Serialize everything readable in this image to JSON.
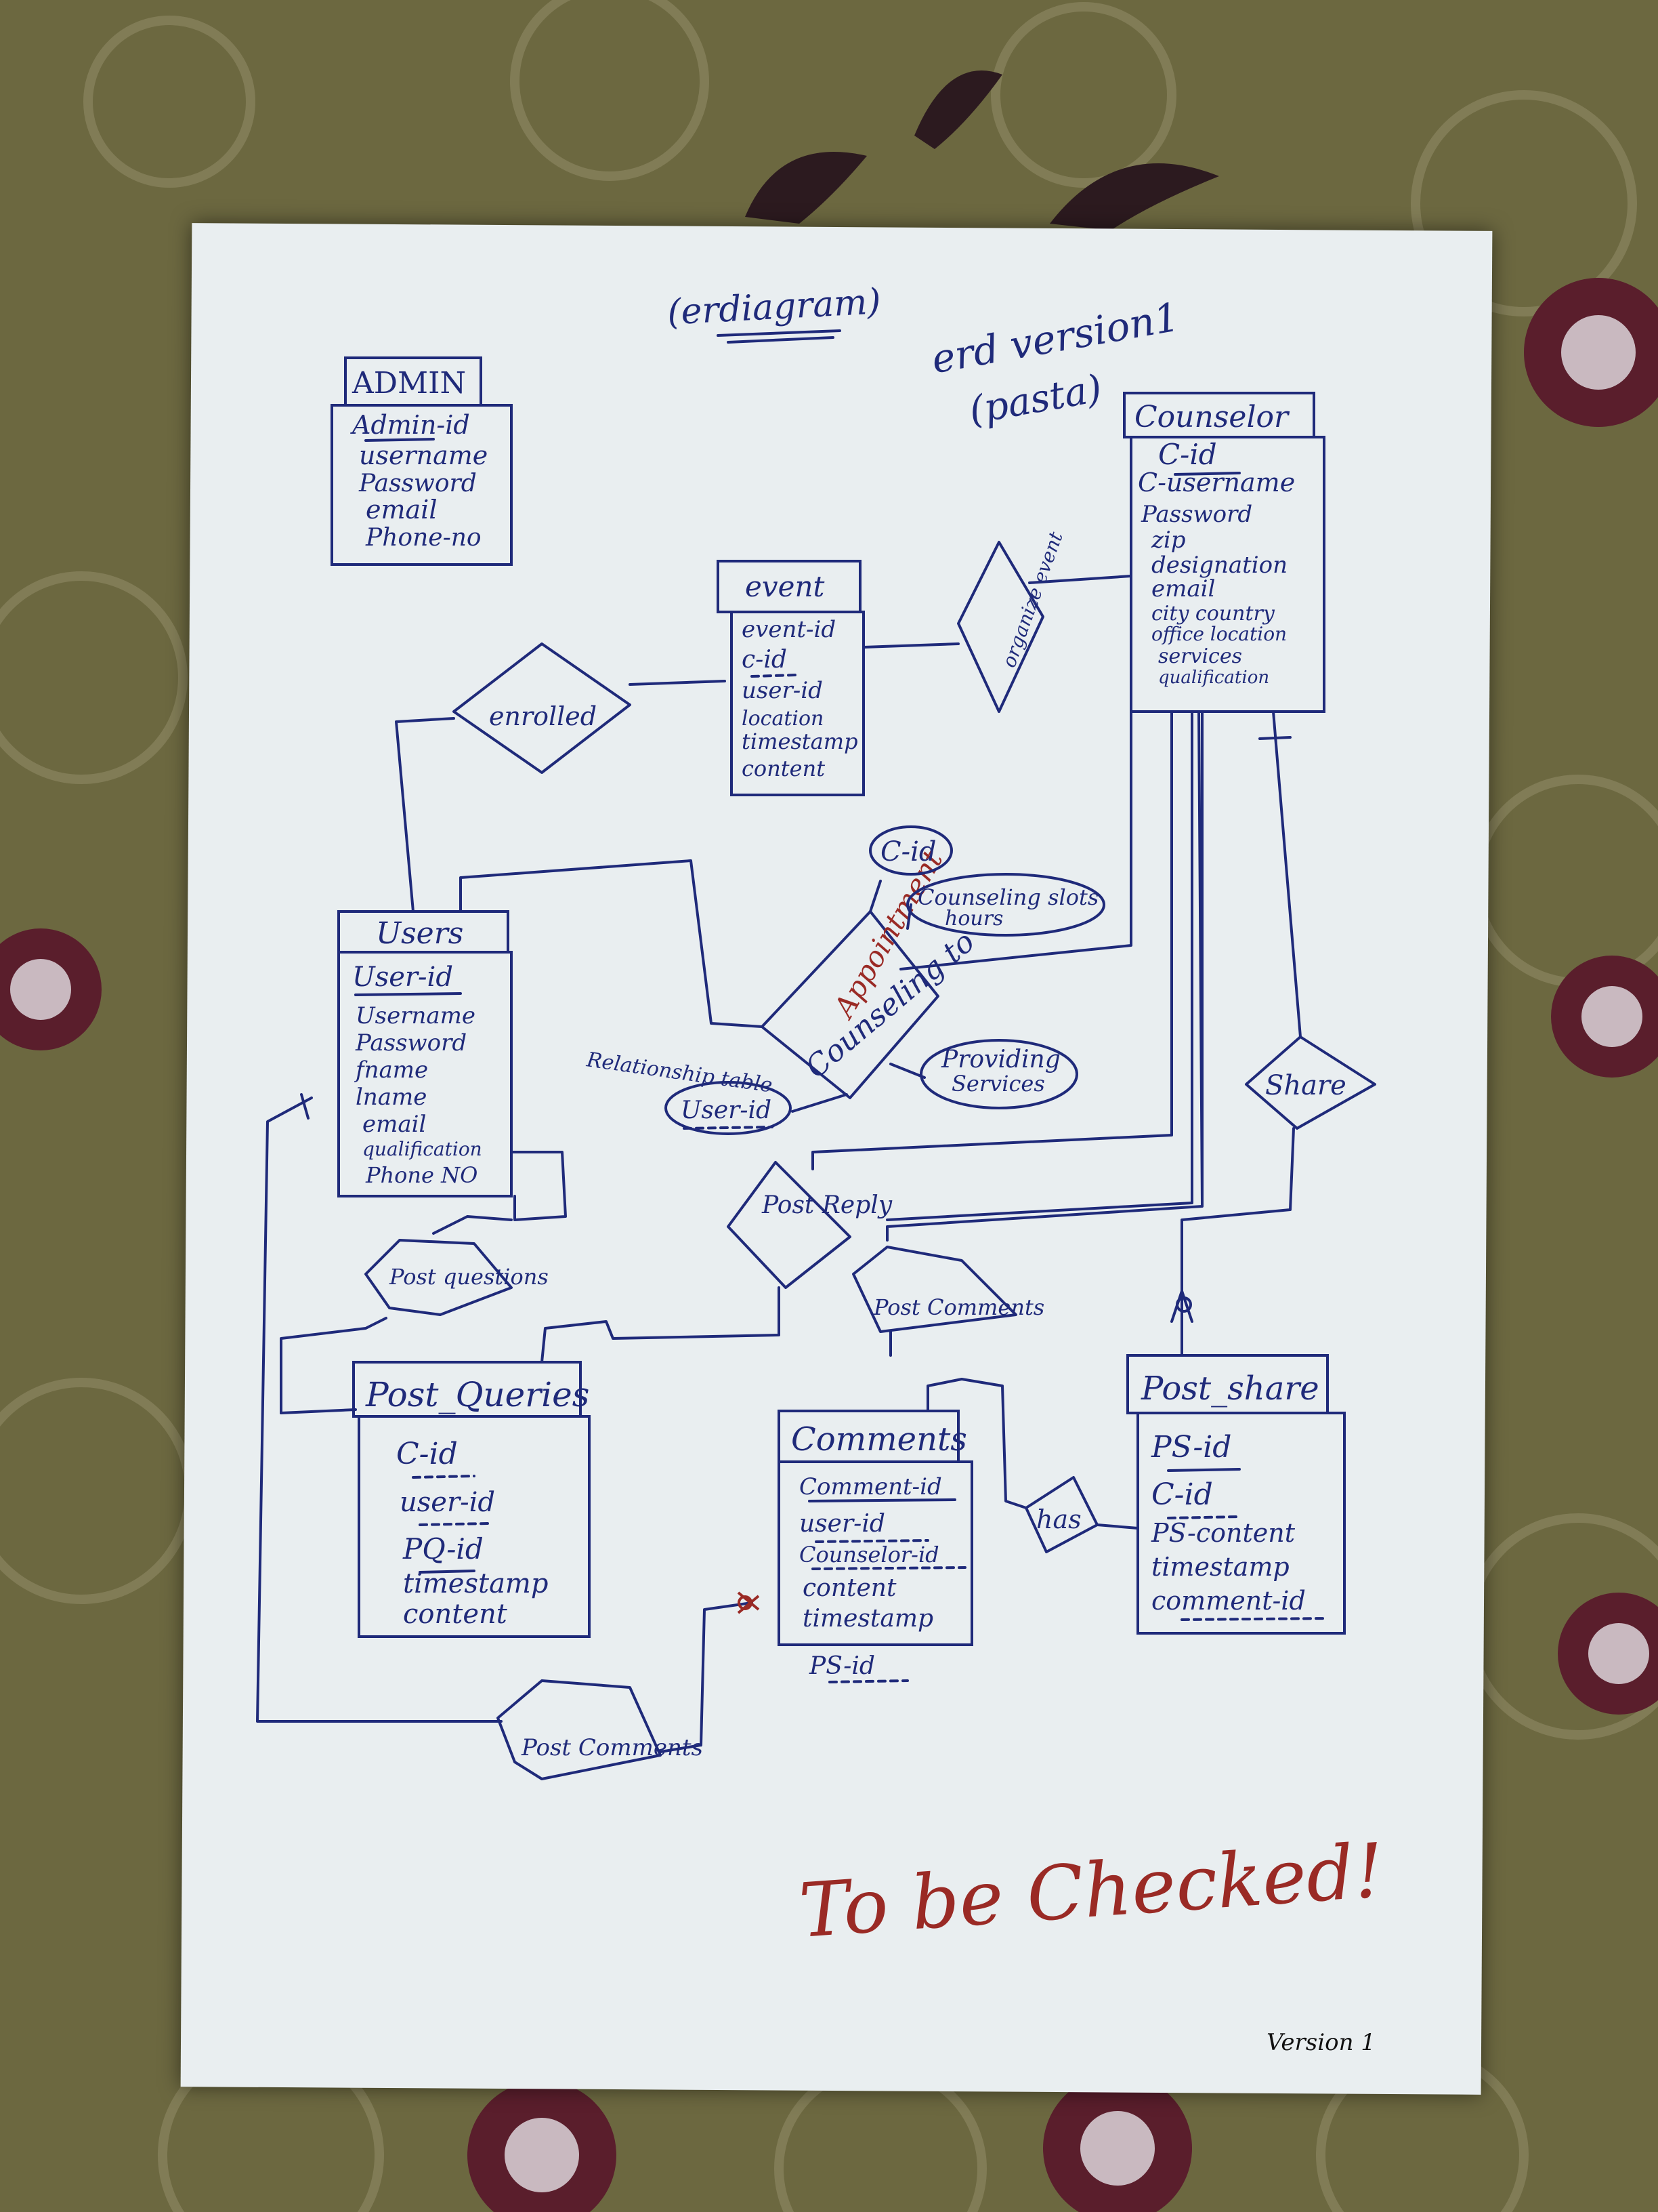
{
  "title": "(erdiagram)",
  "version_note": "erd version1",
  "version_note2": "(pasta)",
  "footer_note": "To be Checked!",
  "version_label": "Version 1",
  "relationship_table_label": "Relationship table",
  "entities": {
    "admin": {
      "name": "ADMIN",
      "attributes": [
        "Admin-id",
        "username",
        "Password",
        "email",
        "Phone-no"
      ]
    },
    "counselor": {
      "name": "Counselor",
      "attributes": [
        "C-id",
        "C-username",
        "Password",
        "zip",
        "designation",
        "email",
        "city country",
        "office location",
        "services",
        "qualification"
      ]
    },
    "event": {
      "name": "event",
      "attributes": [
        "event-id",
        "c-id",
        "user-id",
        "location",
        "timestamp",
        "content"
      ]
    },
    "users": {
      "name": "Users",
      "attributes": [
        "User-id",
        "Username",
        "Password",
        "fname",
        "lname",
        "email",
        "qualification",
        "Phone NO"
      ]
    },
    "post_queries": {
      "name": "Post_Queries",
      "attributes": [
        "C-id",
        "user-id",
        "PQ-id",
        "timestamp",
        "content"
      ]
    },
    "comments": {
      "name": "Comments",
      "attributes": [
        "Comment-id",
        "user-id",
        "Counselor-id",
        "content",
        "timestamp",
        "PS-id"
      ]
    },
    "post_share": {
      "name": "Post_share",
      "attributes": [
        "PS-id",
        "C-id",
        "PS-content",
        "timestamp",
        "comment-id"
      ]
    }
  },
  "relationships": {
    "enrolled": "enrolled",
    "organize_event": "organize event",
    "counseling_to": "Counseling to",
    "appointment": "Appointment",
    "share": "Share",
    "post_reply": "Post Reply",
    "post_questions": "Post questions",
    "post_comments_top": "Post Comments",
    "post_comments_bottom": "Post Comments",
    "has": "has"
  },
  "relationship_attributes": {
    "c_id": "C-id",
    "counseling_slots": "Counseling slots",
    "hours": "hours",
    "providing": "Providing",
    "services": "Services",
    "user_id": "User-id"
  },
  "colors": {
    "ink": "#1f2a7a",
    "red_ink": "#9a2a25",
    "paper": "#e9eef0",
    "background": "#6f6a3c"
  }
}
